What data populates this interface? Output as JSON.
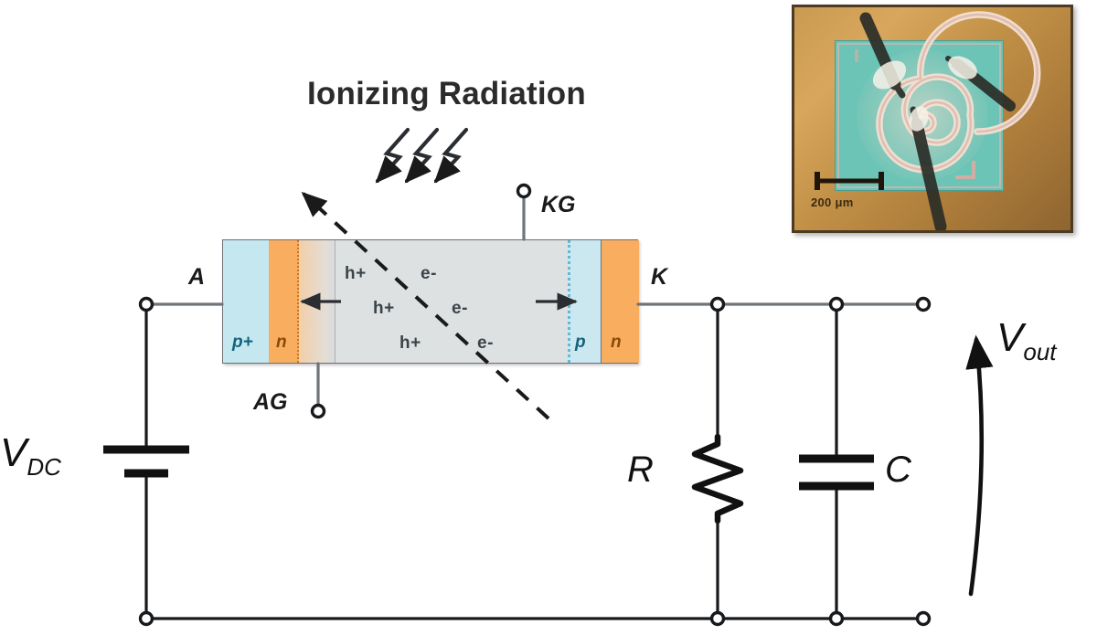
{
  "figure": {
    "title": "Ionizing Radiation",
    "accent_colors": {
      "p_region": "#c5e8f0",
      "n_region": "#f9ad5e",
      "bulk": "#d4dadb",
      "depletion": "#eed3bb",
      "wire": "#6f7479",
      "ink": "#1a1a1a",
      "chip_teal": "#6cc4b6",
      "photo_gold": "#c99a52"
    }
  },
  "device": {
    "layers": [
      {
        "label": "p+",
        "type": "p-plus",
        "color": "#c5e8f0"
      },
      {
        "label": "n",
        "type": "n",
        "color": "#f9ad5e"
      },
      {
        "label": "",
        "type": "depletion-left",
        "color": "#eed3bb"
      },
      {
        "label": "",
        "type": "bulk",
        "color": "#d4dadb"
      },
      {
        "label": "p",
        "type": "p",
        "color": "#c5e8f0"
      },
      {
        "label": "n",
        "type": "n",
        "color": "#f9ad5e"
      }
    ],
    "carriers": {
      "hole_label": "h+",
      "electron_label": "e-",
      "rows": [
        {
          "hole": "h+",
          "electron": "e-"
        },
        {
          "hole": "h+",
          "electron": "e-"
        },
        {
          "hole": "h+",
          "electron": "e-"
        }
      ]
    }
  },
  "terminals": {
    "anode": "A",
    "anode_gate": "AG",
    "cathode": "K",
    "cathode_gate": "KG"
  },
  "components": {
    "source": {
      "label": "V",
      "sub": "DC",
      "type": "battery"
    },
    "resistor": {
      "label": "R",
      "type": "resistor"
    },
    "capacitor": {
      "label": "C",
      "type": "capacitor"
    },
    "output": {
      "label": "V",
      "sub": "out",
      "type": "measurement"
    }
  },
  "photo_inset": {
    "scale_bar_label": "200 μm",
    "description": "spiral-device-micrograph",
    "probe_count": 3
  },
  "radiation": {
    "arrow_count": 3,
    "track_label": "particle-track"
  }
}
